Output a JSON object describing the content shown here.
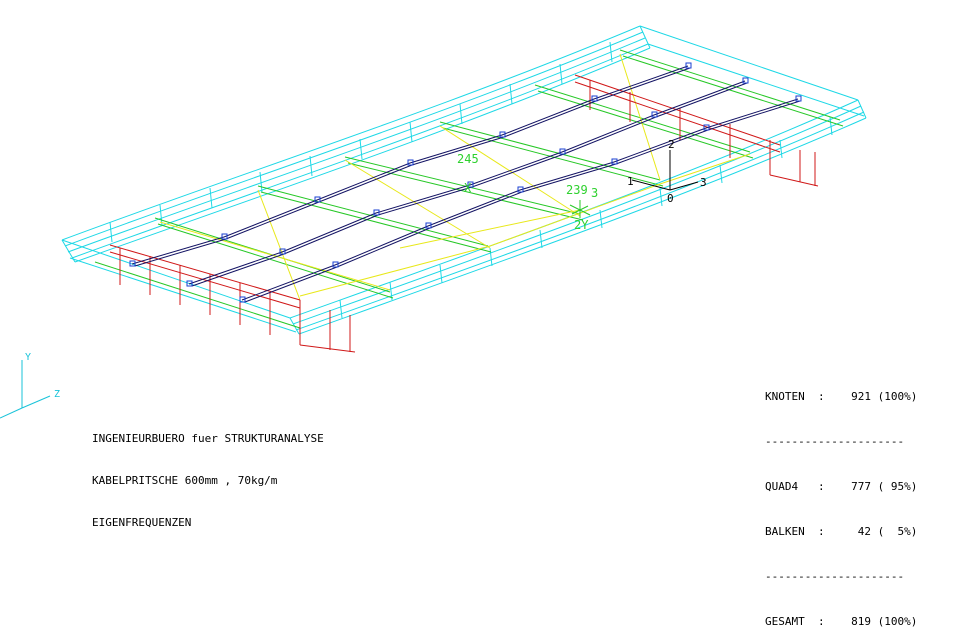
{
  "title_block": {
    "line1": "INGENIEURBUERO fuer STRUKTURANALYSE",
    "line2": "KABELPRITSCHE 600mm , 70kg/m",
    "line3": "EIGENFREQUENZEN"
  },
  "stats": {
    "knoten_label": "KNOTEN",
    "knoten_value": "921 (100%)",
    "quad4_label": "QUAD4",
    "quad4_value": "777 ( 95%)",
    "balken_label": "BALKEN",
    "balken_value": " 42 (  5%)",
    "gesamt_label": "GESAMT",
    "gesamt_value": "819 (100%)",
    "separator": "---------------------"
  },
  "global_axes": {
    "y": "Y",
    "z": "Z"
  },
  "model_labels": {
    "node_245": "245",
    "node_239": "239",
    "mark_3": "3",
    "mark_x": "X",
    "mark_2y": "2Y",
    "csys_1": "1",
    "csys_2": "2",
    "csys_3": "3",
    "csys_0": "0"
  },
  "colors": {
    "rail": "#1ed8e6",
    "crossbar": "#27c827",
    "bracing": "#e8e81a",
    "support": "#d01818",
    "mode_shape": "#141464",
    "node_marker": "#1a3fd0",
    "axis": "#19c3d9"
  },
  "icons": [
    "global-axis-icon",
    "local-csys-icon"
  ]
}
